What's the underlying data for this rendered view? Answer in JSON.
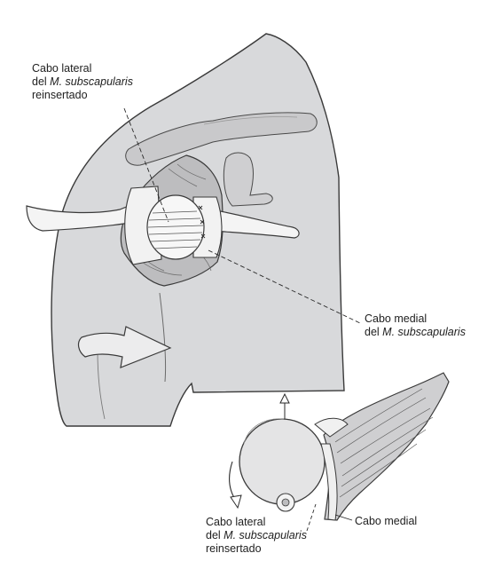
{
  "labels": {
    "lateral_top": {
      "line1": "Cabo lateral",
      "line2_prefix": "del ",
      "line2_italic": "M. subscapularis",
      "line3": "reinsertado"
    },
    "medial_right": {
      "line1": "Cabo medial",
      "line2_prefix": "del ",
      "line2_italic": "M. subscapularis"
    },
    "lateral_bottom": {
      "line1": "Cabo lateral",
      "line2_prefix": "del ",
      "line2_italic": "M. subscapularis",
      "line3": "reinsertado"
    },
    "medial_bottom": {
      "line1": "Cabo medial"
    }
  },
  "colors": {
    "skin_fill": "#d8d9db",
    "outline": "#3a3a3a",
    "tissue": "#bfbfbf",
    "retractor": "#f4f4f4"
  }
}
